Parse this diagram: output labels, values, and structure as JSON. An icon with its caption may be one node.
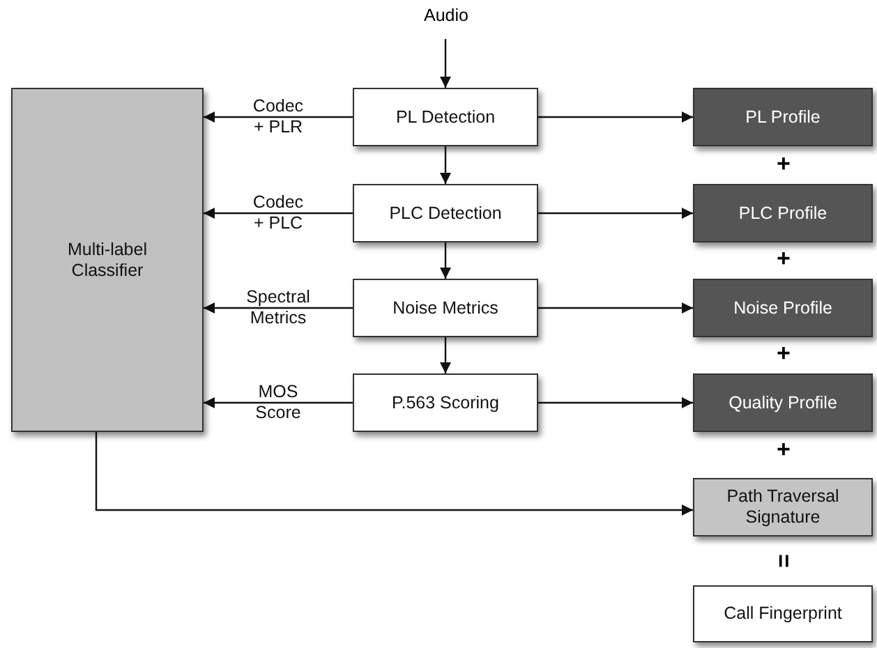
{
  "diagram": {
    "nodes": [
      {
        "text": [
          "Audio"
        ]
      },
      {
        "text": [
          "Multi-label Classifier"
        ]
      },
      {
        "text": [
          "PL Detection"
        ]
      },
      {
        "text": [
          "PLC Detection"
        ]
      },
      {
        "text": [
          "Noise Metrics"
        ]
      },
      {
        "text": [
          "P.563 Scoring"
        ]
      },
      {
        "text": [
          "PL Profile"
        ]
      },
      {
        "text": [
          "PLC Profile"
        ]
      },
      {
        "text": [
          "Noise Profile"
        ]
      },
      {
        "text": [
          "Quality Profile"
        ]
      },
      {
        "text": [
          "Path Traversal Signature"
        ]
      },
      {
        "text": [
          "Call Fingerprint"
        ]
      }
    ],
    "edges": [
      {
        "from": 0,
        "to": 2,
        "arrow": "to"
      },
      {
        "from": 2,
        "to": 3,
        "arrow": "to"
      },
      {
        "from": 3,
        "to": 4,
        "arrow": "to"
      },
      {
        "from": 4,
        "to": 5,
        "arrow": "to"
      },
      {
        "from": 2,
        "to": 1,
        "label": "Codec + PLR",
        "arrow": "to"
      },
      {
        "from": 3,
        "to": 1,
        "label": "Codec + PLC",
        "arrow": "to"
      },
      {
        "from": 4,
        "to": 1,
        "label": "Spectral Metrics",
        "arrow": "to"
      },
      {
        "from": 5,
        "to": 1,
        "label": "MOS Score",
        "arrow": "to"
      },
      {
        "from": 2,
        "to": 6,
        "arrow": "to"
      },
      {
        "from": 3,
        "to": 7,
        "arrow": "to"
      },
      {
        "from": 4,
        "to": 8,
        "arrow": "to"
      },
      {
        "from": 5,
        "to": 9,
        "arrow": "to"
      },
      {
        "from": 1,
        "to": 10,
        "arrow": "to"
      }
    ],
    "labels": [
      "+",
      "+",
      "+",
      "+",
      "="
    ]
  }
}
